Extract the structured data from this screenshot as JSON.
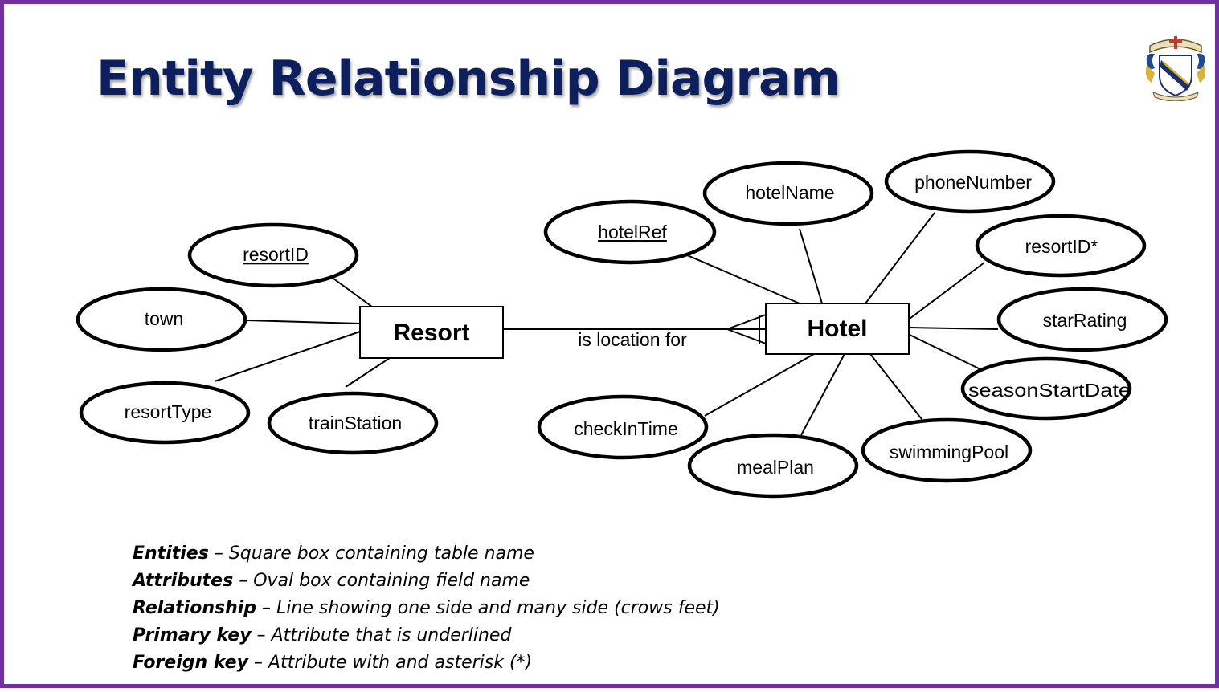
{
  "slide": {
    "title": "Entity Relationship Diagram",
    "border_color": "#7030a0",
    "title_color": "#0d1f5c"
  },
  "diagram": {
    "entities": {
      "resort": "Resort",
      "hotel": "Hotel"
    },
    "relationship": {
      "label": "is location for",
      "from": "Resort",
      "to": "Hotel",
      "cardinality": "one-to-many"
    },
    "resort_attributes": {
      "resortID": "resortID",
      "town": "town",
      "resortType": "resortType",
      "trainStation": "trainStation"
    },
    "hotel_attributes": {
      "hotelRef": "hotelRef",
      "hotelName": "hotelName",
      "phoneNumber": "phoneNumber",
      "resortID_fk": "resortID*",
      "starRating": "starRating",
      "seasonStartDate": "seasonStartDate",
      "swimmingPool": "swimmingPool",
      "mealPlan": "mealPlan",
      "checkInTime": "checkInTime"
    }
  },
  "legend": [
    {
      "term": "Entities",
      "desc": " – Square box containing table name"
    },
    {
      "term": "Attributes",
      "desc": " – Oval box containing field name"
    },
    {
      "term": "Relationship",
      "desc": " – Line showing one side and many side (crows feet)"
    },
    {
      "term": "Primary key",
      "desc": " – Attribute that is underlined"
    },
    {
      "term": "Foreign key",
      "desc": " – Attribute with and asterisk (*)"
    }
  ]
}
